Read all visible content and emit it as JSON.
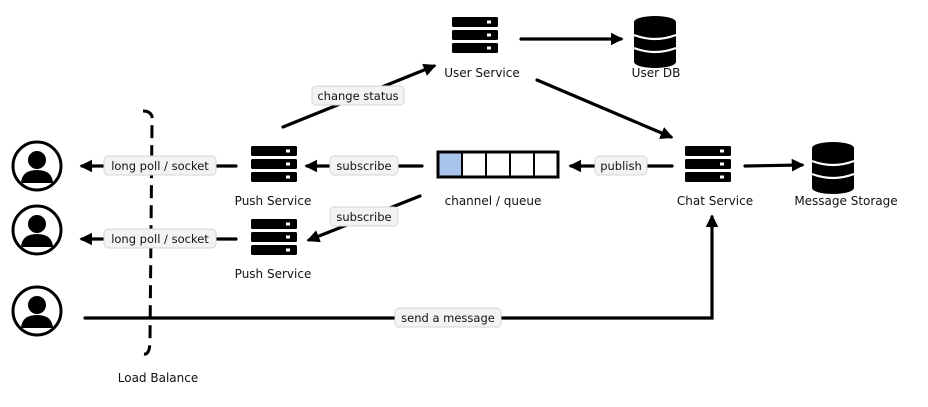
{
  "nodes": {
    "user_service": "User Service",
    "user_db": "User DB",
    "chat_service": "Chat Service",
    "message_storage": "Message Storage",
    "queue": "channel / queue",
    "push_service_1": "Push Service",
    "push_service_2": "Push Service",
    "load_balance": "Load Balance"
  },
  "edges": {
    "change_status": "change status",
    "subscribe_1": "subscribe",
    "subscribe_2": "subscribe",
    "publish": "publish",
    "long_poll_1": "long poll / socket",
    "long_poll_2": "long poll / socket",
    "send_message": "send a message"
  },
  "colors": {
    "stroke": "#000000",
    "pill_bg": "#f3f3f3",
    "pill_border": "#d6d6d6",
    "queue_highlight": "#a9c4ec"
  }
}
